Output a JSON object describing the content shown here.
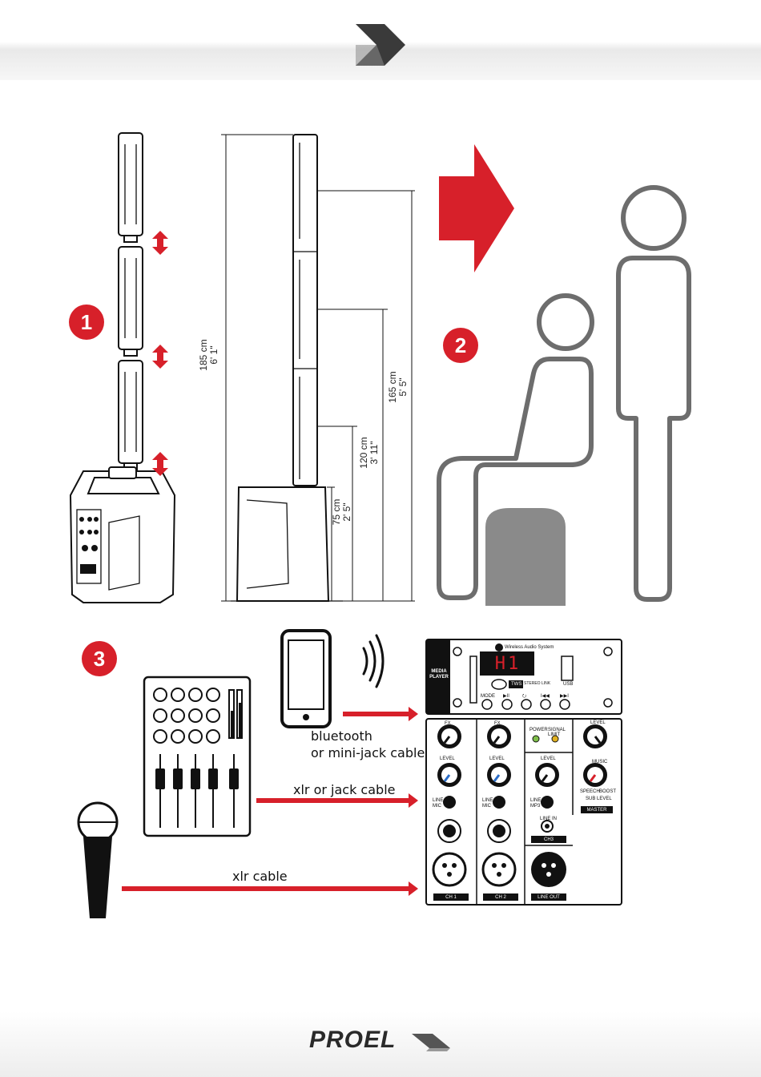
{
  "steps": {
    "s1": "1",
    "s2": "2",
    "s3": "3"
  },
  "dimensions": [
    {
      "cm": "185 cm",
      "ft": "6' 1\""
    },
    {
      "cm": "165 cm",
      "ft": "5' 5\""
    },
    {
      "cm": "120 cm",
      "ft": "3' 11\""
    },
    {
      "cm": "75 cm",
      "ft": "2' 5\""
    }
  ],
  "cables": {
    "bluetooth_line1": "bluetooth",
    "bluetooth_line2": "or mini-jack cable",
    "xlr_jack": "xlr or jack cable",
    "xlr": "xlr cable"
  },
  "panel": {
    "media_player_line1": "MEDIA",
    "media_player_line2": "PLAYER",
    "wireless": "Wireless Audio System",
    "display": "H1",
    "usb": "USB",
    "tws": "TWS",
    "stereo_link": "STEREO LINK",
    "buttons": [
      "MODE",
      "▶II",
      "⭮",
      "I◀◀",
      "▶▶I"
    ],
    "fx": "FX",
    "level": "LEVEL",
    "line_mic": "LINE MIC",
    "line_mp3": "LINE MP3",
    "line_in": "LINE IN",
    "power": "POWER",
    "signal_limit": "SIGNAL LIMIT",
    "music": "MUSIC",
    "speech": "SPEECH",
    "boost": "BOOST",
    "sub_level": "SUB LEVEL",
    "master": "MASTER",
    "ch1": "CH 1",
    "ch2": "CH 2",
    "ch3": "CH3",
    "line_out": "LINE OUT"
  },
  "footer": {
    "brand": "PROEL"
  },
  "colors": {
    "accent": "#d7202a",
    "line": "#111111",
    "person": "#6d6d6d",
    "seat": "#8a8a8a"
  }
}
